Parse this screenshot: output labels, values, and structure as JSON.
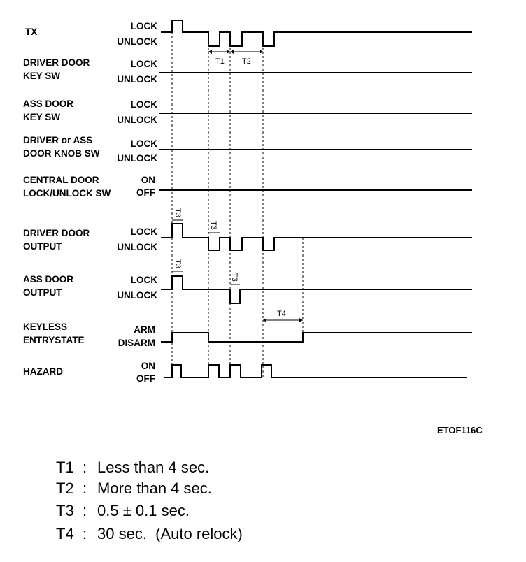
{
  "signals": [
    {
      "id": "tx",
      "name_lines": [
        "TX"
      ],
      "state_high": "LOCK",
      "state_low": "UNLOCK"
    },
    {
      "id": "driver-door-key-sw",
      "name_lines": [
        "DRIVER DOOR",
        "KEY SW"
      ],
      "state_high": "LOCK",
      "state_low": "UNLOCK"
    },
    {
      "id": "ass-door-key-sw",
      "name_lines": [
        "ASS DOOR",
        "KEY SW"
      ],
      "state_high": "LOCK",
      "state_low": "UNLOCK"
    },
    {
      "id": "driver-or-ass-door-knob-sw",
      "name_lines": [
        "DRIVER or ASS",
        "DOOR KNOB SW"
      ],
      "state_high": "LOCK",
      "state_low": "UNLOCK"
    },
    {
      "id": "central-door-lock-unlock-sw",
      "name_lines": [
        "CENTRAL DOOR",
        "LOCK/UNLOCK SW"
      ],
      "state_high": "ON",
      "state_low": "OFF"
    },
    {
      "id": "driver-door-output",
      "name_lines": [
        "DRIVER DOOR",
        "OUTPUT"
      ],
      "state_high": "LOCK",
      "state_low": "UNLOCK"
    },
    {
      "id": "ass-door-output",
      "name_lines": [
        "ASS DOOR",
        "OUTPUT"
      ],
      "state_high": "LOCK",
      "state_low": "UNLOCK"
    },
    {
      "id": "keyless-entrystate",
      "name_lines": [
        "KEYLESS",
        "ENTRYSTATE"
      ],
      "state_high": "ARM",
      "state_low": "DISARM"
    },
    {
      "id": "hazard",
      "name_lines": [
        "HAZARD"
      ],
      "state_high": "ON",
      "state_low": "OFF"
    }
  ],
  "timing_marks": {
    "t1": "T1",
    "t2": "T2",
    "t3": "T3",
    "t4": "T4"
  },
  "figure_code": "ETOF116C",
  "legend": [
    {
      "key": "T1",
      "sep": ":",
      "text": "Less than 4 sec."
    },
    {
      "key": "T2",
      "sep": ":",
      "text": "More than 4 sec."
    },
    {
      "key": "T3",
      "sep": ":",
      "text": "0.5 ± 0.1 sec."
    },
    {
      "key": "T4",
      "sep": ":",
      "text": "30 sec.  (Auto relock)"
    }
  ]
}
